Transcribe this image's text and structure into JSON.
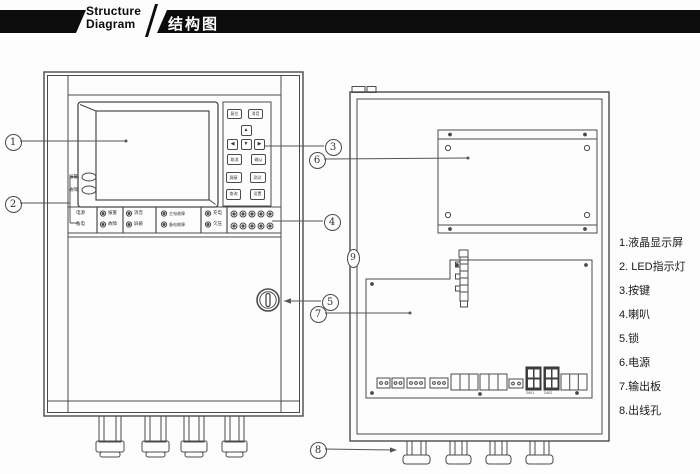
{
  "header": {
    "title_en_line1": "Structure",
    "title_en_line2": "Diagram",
    "title_zh": "结构图"
  },
  "legend": {
    "items": [
      "1.液晶显示屏",
      "2. LED指示灯",
      "3.按键",
      "4.喇叭",
      "5.锁",
      "6.电源",
      "7.输出板",
      "8.出线孔"
    ]
  },
  "callouts": {
    "c1": "1",
    "c2": "2",
    "c3": "3",
    "c4": "4",
    "c5": "5",
    "c6": "6",
    "c7": "7",
    "c8": "8",
    "c9": "9"
  },
  "front_panel": {
    "status_lamps": {
      "top": "报警",
      "bottom": "故障"
    },
    "buttons": {
      "r1a": "复位",
      "r1b": "消音",
      "up": "▲",
      "left": "◀",
      "down": "▼",
      "right": "▶",
      "r3a": "取消",
      "r3b": "确认",
      "r4a": "屏蔽",
      "r4b": "测试",
      "r5a": "查询",
      "r5b": "设置"
    },
    "strip": {
      "c0t": "电源",
      "c0b": "备电",
      "c1t": "报警",
      "c1b": "故障",
      "c2t": "消音",
      "c2b": "屏蔽",
      "c3t": "主电故障",
      "c3b": "备电故障",
      "c4t": "充电",
      "c4b": "欠压"
    }
  },
  "cabinet": {
    "terminal_labels": {
      "t8": "24V1",
      "t9": "24V2"
    }
  }
}
